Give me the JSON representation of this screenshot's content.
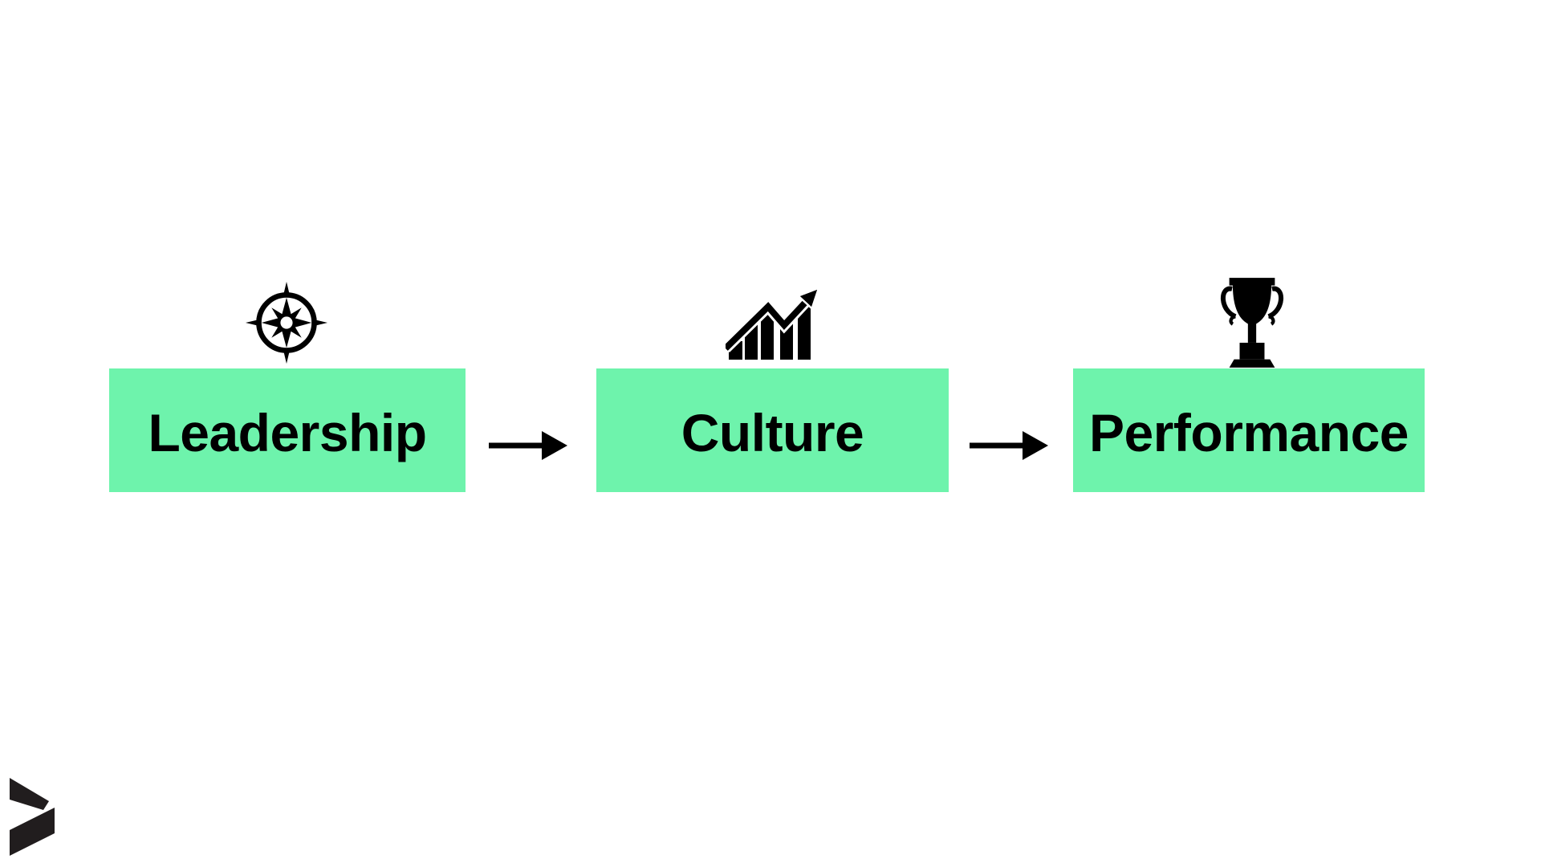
{
  "slide": {
    "type": "flow-diagram",
    "flow": {
      "steps": [
        {
          "label": "Leadership",
          "icon": "compass-icon"
        },
        {
          "label": "Culture",
          "icon": "growth-chart-icon"
        },
        {
          "label": "Performance",
          "icon": "trophy-icon"
        }
      ],
      "connector": "right-arrow"
    },
    "logo": "chevron-logo"
  },
  "colors": {
    "box_green": "#6EF3AC",
    "ink": "#000000",
    "logo_black": "#211D1E",
    "background": "#FFFFFF"
  }
}
